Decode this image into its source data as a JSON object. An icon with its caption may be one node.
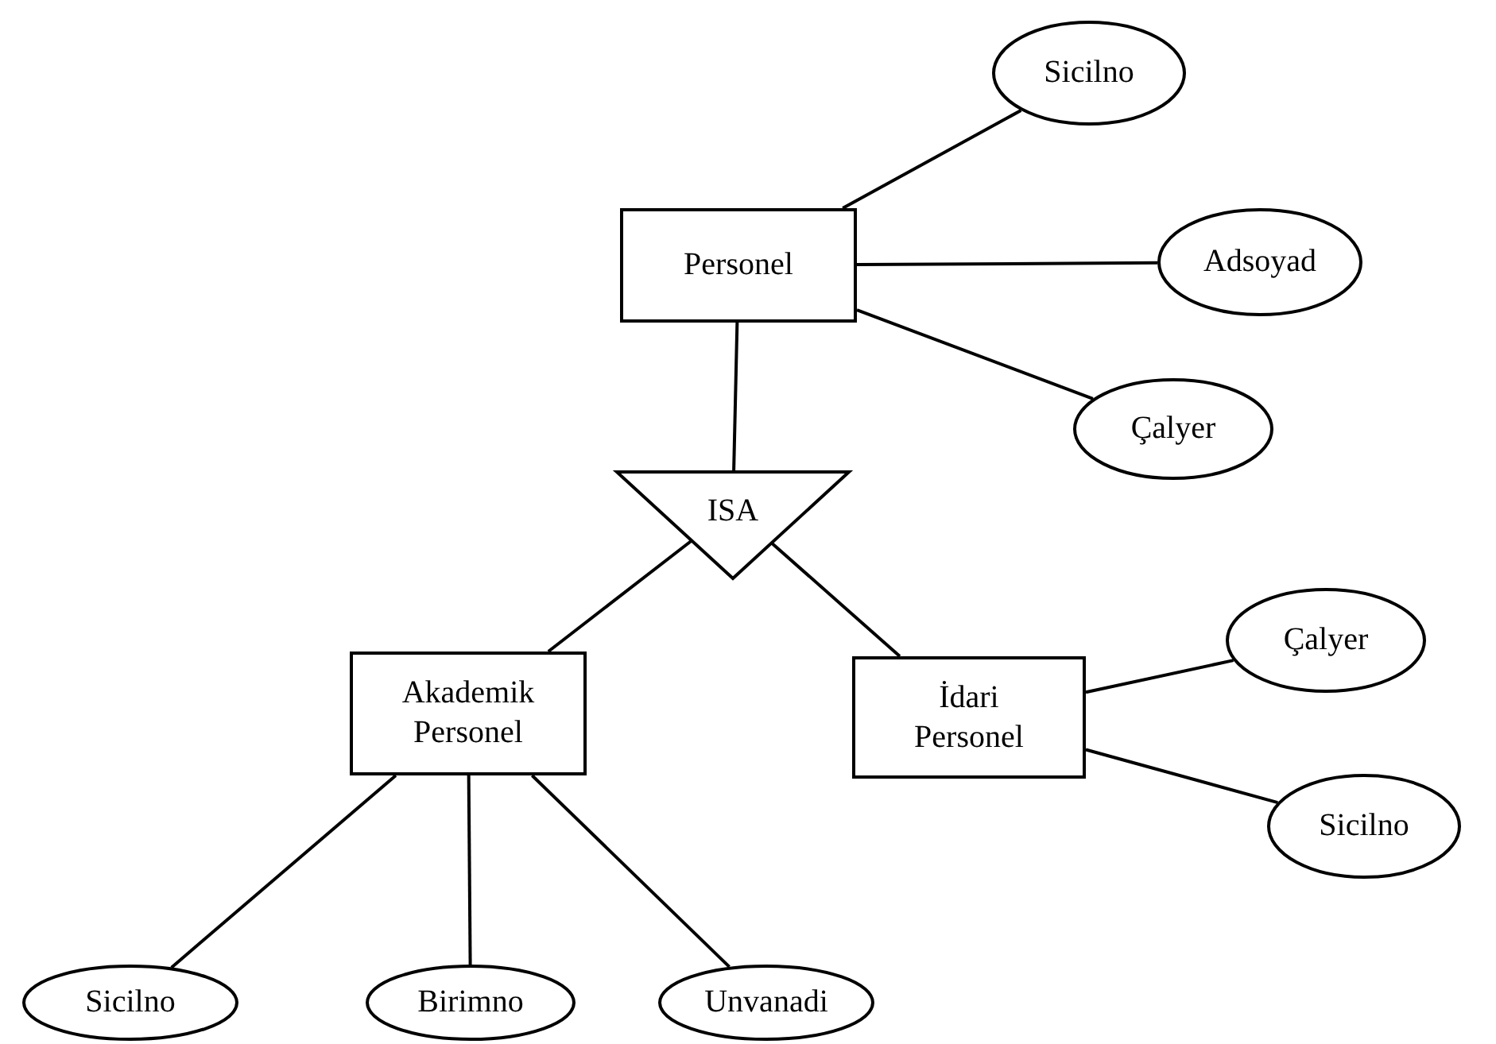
{
  "diagram": {
    "nodes": [
      {
        "text": [
          "Sicilno"
        ]
      },
      {
        "text": [
          "Personel"
        ]
      },
      {
        "text": [
          "Adsoyad"
        ]
      },
      {
        "text": [
          "Çalyer"
        ]
      },
      {
        "text": [
          "ISA"
        ]
      },
      {
        "text": [
          "Çalyer"
        ]
      },
      {
        "text": [
          "Akademik Personel"
        ]
      },
      {
        "text": [
          "İdari Personel"
        ]
      },
      {
        "text": [
          "Sicilno"
        ]
      },
      {
        "text": [
          "Sicilno"
        ]
      },
      {
        "text": [
          "Birimno"
        ]
      },
      {
        "text": [
          "Unvanadi"
        ]
      }
    ],
    "edges": [
      {
        "from": 1,
        "to": 0,
        "arrow": "none"
      },
      {
        "from": 1,
        "to": 2,
        "arrow": "none"
      },
      {
        "from": 1,
        "to": 3,
        "arrow": "none"
      },
      {
        "from": 1,
        "to": 4,
        "arrow": "none"
      },
      {
        "from": 4,
        "to": 6,
        "arrow": "none"
      },
      {
        "from": 4,
        "to": 7,
        "arrow": "none"
      },
      {
        "from": 7,
        "to": 5,
        "arrow": "none"
      },
      {
        "from": 7,
        "to": 8,
        "arrow": "none"
      },
      {
        "from": 6,
        "to": 9,
        "arrow": "none"
      },
      {
        "from": 6,
        "to": 10,
        "arrow": "none"
      },
      {
        "from": 6,
        "to": 11,
        "arrow": "none"
      }
    ]
  }
}
